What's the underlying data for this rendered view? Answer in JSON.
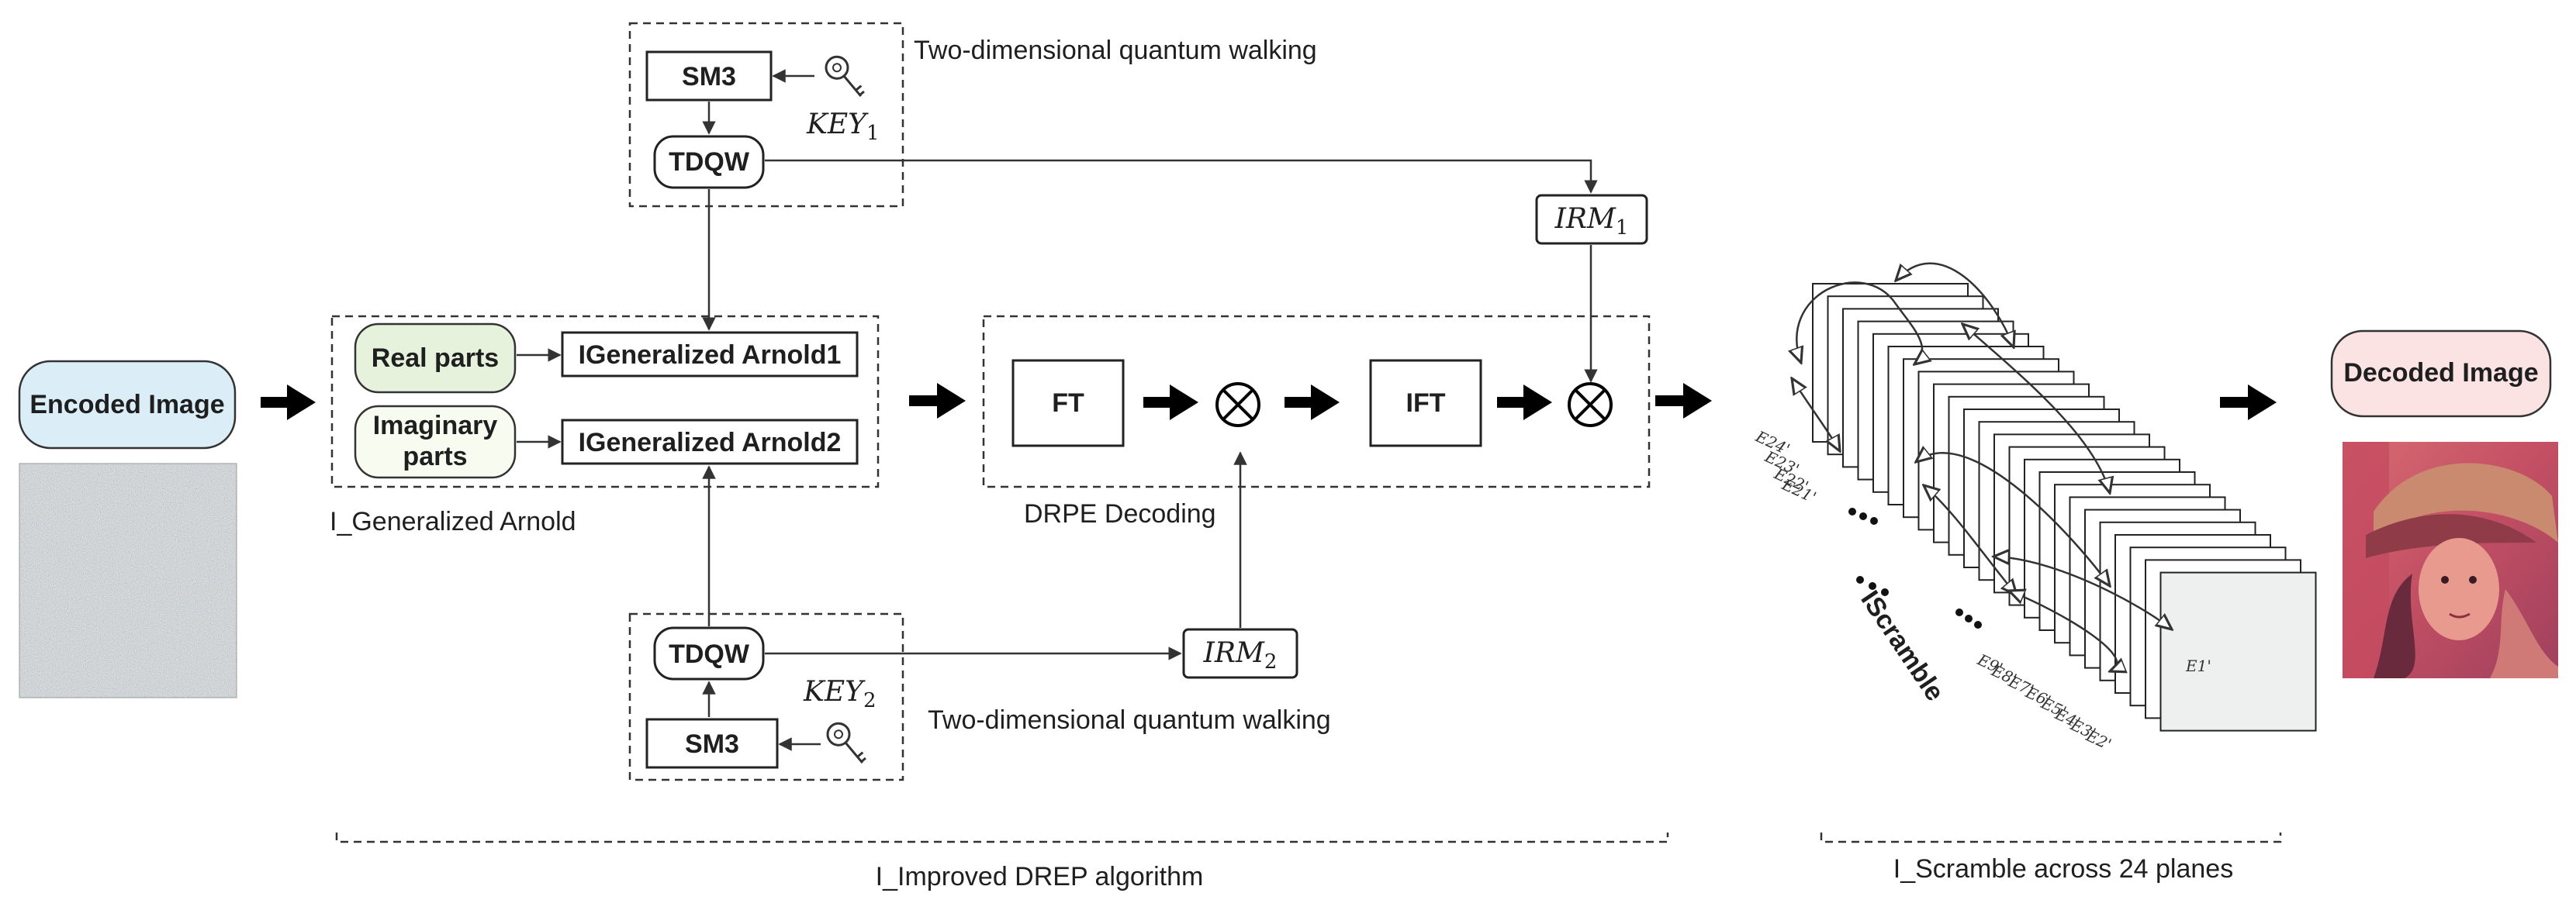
{
  "left": {
    "encoded_label": "Encoded Image"
  },
  "arnold": {
    "real_parts": "Real parts",
    "imaginary_parts_line1": "Imaginary",
    "imaginary_parts_line2": "parts",
    "arnold1": "IGeneralized Arnold1",
    "arnold2": "IGeneralized Arnold2",
    "caption": "I_Generalized Arnold"
  },
  "top_walk": {
    "sm3": "SM3",
    "tdqw": "TDQW",
    "key": "KEY",
    "key_sub": "1",
    "caption": "Two-dimensional quantum walking"
  },
  "bottom_walk": {
    "sm3": "SM3",
    "tdqw": "TDQW",
    "key": "KEY",
    "key_sub": "2",
    "caption": "Two-dimensional quantum walking"
  },
  "drpe": {
    "ft": "FT",
    "ift": "IFT",
    "multiply_symbol": "⊗",
    "caption": "DRPE Decoding"
  },
  "irm": {
    "irm1": "IRM",
    "irm1_sub": "1",
    "irm2": "IRM",
    "irm2_sub": "2"
  },
  "scramble": {
    "label": "IScramble",
    "ellipsis": "• • •",
    "caption": "I_Scramble across 24 planes",
    "plane_labels": [
      "E24'",
      "E23'",
      "E22'",
      "E21'",
      "E9'",
      "E8'",
      "E7'",
      "E6'",
      "E5'",
      "E4'",
      "E3'",
      "E2'",
      "E1'"
    ]
  },
  "right": {
    "decoded_label": "Decoded Image"
  },
  "bottom": {
    "caption": "I_Improved DREP algorithm"
  },
  "colors": {
    "encoded_fill": "#dbeef7",
    "decoded_fill": "#fbe3e4",
    "real_fill": "#e6f2dc",
    "imag_fill": "#f7fbf0",
    "plane_fill": "#eef0f0"
  }
}
